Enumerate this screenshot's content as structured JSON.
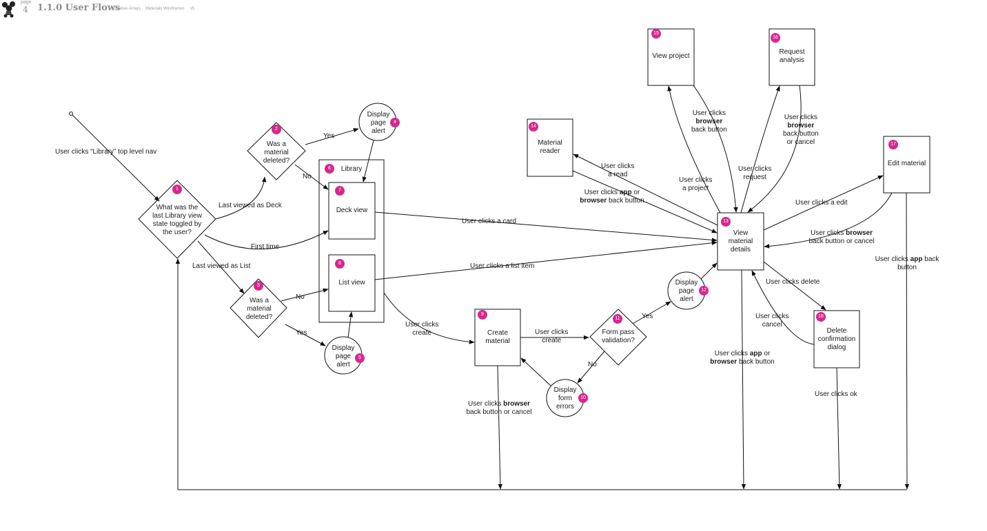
{
  "header": {
    "page_label": "page",
    "page_number": "4",
    "title": "1.1.0 User Flows",
    "project": "Creative Arrays",
    "subtitle": "Materials Wireframes",
    "version": "v5"
  },
  "colors": {
    "badge": "#d6288f",
    "stroke": "#111111"
  },
  "nodes": {
    "n1": {
      "num": "1",
      "lines": [
        "What was the",
        "last Library view",
        "state toggled by",
        "the user?"
      ]
    },
    "n2": {
      "num": "2",
      "lines": [
        "Was a",
        "material",
        "deleted?"
      ]
    },
    "n3": {
      "num": "3",
      "lines": [
        "Was a",
        "material",
        "deleted?"
      ]
    },
    "n4": {
      "num": "4",
      "lines": [
        "Display",
        "page",
        "alert"
      ]
    },
    "n5": {
      "num": "5",
      "lines": [
        "Display",
        "page",
        "alert"
      ]
    },
    "n6": {
      "num": "6",
      "title": "Library"
    },
    "n7": {
      "num": "7",
      "lines": [
        "Deck view"
      ]
    },
    "n8": {
      "num": "8",
      "lines": [
        "List view"
      ]
    },
    "n9": {
      "num": "9",
      "lines": [
        "Create",
        "material"
      ]
    },
    "n10": {
      "num": "10",
      "lines": [
        "Display",
        "form",
        "errors"
      ]
    },
    "n11": {
      "num": "11",
      "lines": [
        "Form pass",
        "validation?"
      ]
    },
    "n12": {
      "num": "12",
      "lines": [
        "Display",
        "page",
        "alert"
      ]
    },
    "n13": {
      "num": "13",
      "lines": [
        "View",
        "material",
        "details"
      ]
    },
    "n14": {
      "num": "14",
      "lines": [
        "Material",
        "reader"
      ]
    },
    "n15": {
      "num": "15",
      "lines": [
        "View project"
      ]
    },
    "n16": {
      "num": "16",
      "lines": [
        "Request",
        "analysis"
      ]
    },
    "n17": {
      "num": "17",
      "lines": [
        "Edit material"
      ]
    },
    "n18": {
      "num": "18",
      "lines": [
        "Delete",
        "confirmation",
        "dialog"
      ]
    }
  },
  "labels": {
    "library_nav": "User clicks “Library” top level nav",
    "yes_2_4": "Yes",
    "no_2_7": "No",
    "last_deck": "Last viewed as Deck",
    "first_time": "First time",
    "last_list": "Last viewed as List",
    "no_3_8": "No",
    "yes_3_5": "Yes",
    "clicks_card": "User clicks a card",
    "clicks_list_item": "User clicks a list item",
    "clicks_create_1": "User clicks",
    "clicks_create_2": "create",
    "create_to_11_1": "User clicks",
    "create_to_11_2": "create",
    "yes_11_12": "Yes",
    "no_11_10": "No",
    "browser_cancel_9_a": "User clicks",
    "browser_cancel_9_b": "browser",
    "browser_cancel_9_c": "back button or cancel",
    "clicks_read_1": "User clicks",
    "clicks_read_2": "a read",
    "app_browser_14_a": "User clicks",
    "app_browser_14_b": "app",
    "app_browser_14_c": "or",
    "app_browser_14_d": "browser",
    "app_browser_14_e": "back button",
    "clicks_project_1": "User clicks",
    "clicks_project_2": "a project",
    "browser_back_15_a": "User clicks",
    "browser_back_15_b": "browser",
    "browser_back_15_c": "back button",
    "clicks_request_1": "User clicks",
    "clicks_request_2": "request",
    "browser_back_16_a": "User clicks",
    "browser_back_16_b": "browser",
    "browser_back_16_c": "back button",
    "browser_back_16_d": "or cancel",
    "clicks_edit": "User clicks a edit",
    "browser_cancel_17_a": "User clicks",
    "browser_cancel_17_b": "browser",
    "browser_cancel_17_c": "back button or cancel",
    "app_back_17_a": "User clicks",
    "app_back_17_b": "app",
    "app_back_17_c": "back",
    "app_back_17_d": "button",
    "clicks_delete": "User clicks delete",
    "clicks_cancel_1": "User clicks",
    "clicks_cancel_2": "cancel",
    "app_browser_13_a": "User clicks",
    "app_browser_13_b": "app",
    "app_browser_13_c": "or",
    "app_browser_13_d": "browser",
    "app_browser_13_e": "back button",
    "clicks_ok": "User clicks ok"
  }
}
